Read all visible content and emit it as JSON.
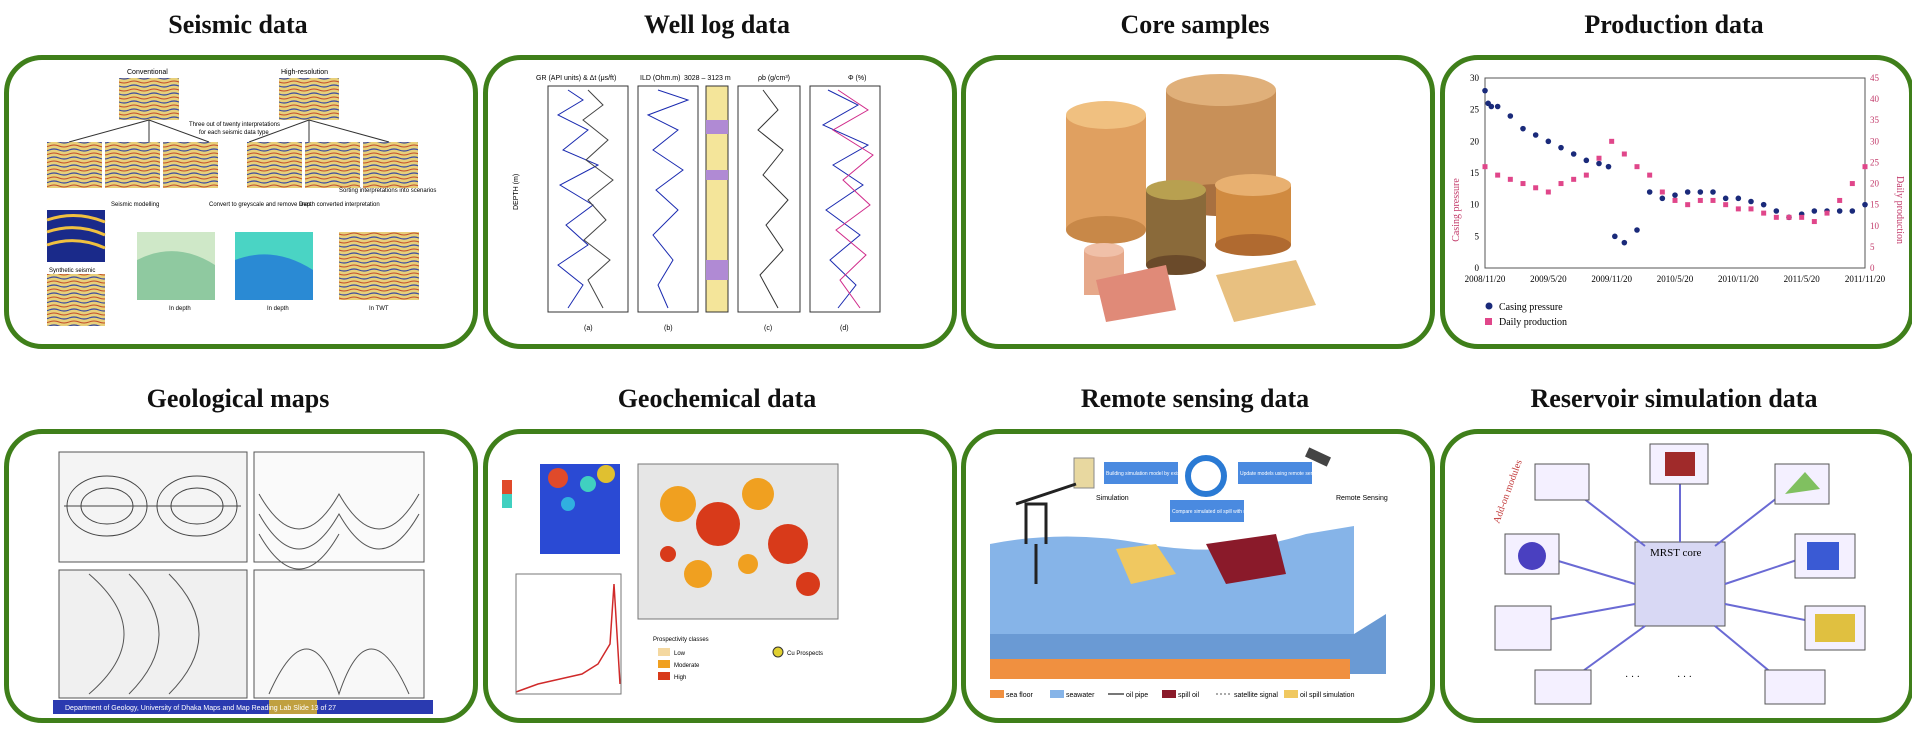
{
  "panels": [
    {
      "title": "Seismic data",
      "labels": {
        "conventional": "Conventional",
        "highres": "High-resolution",
        "three_of": "Three out of twenty interpretations",
        "for_each": "for each seismic data type",
        "seismic_modelling": "Seismic modelling",
        "convert": "Convert to greyscale and remove lines",
        "depth_converted": "Depth converted interpretation",
        "sorting": "Sorting interpretations into scenarios",
        "synthetic": "Synthetic seismic",
        "in_depth": "In depth",
        "in_twt": "In TWT"
      }
    },
    {
      "title": "Well log data",
      "labels": {
        "gr": "GR (API units) & Δt (μs/ft)",
        "ild": "ILD (Ohm.m)",
        "range": "3028 – 3123 m",
        "rho": "ρb (g/cm³)",
        "phi": "Φ (%)",
        "depth": "DEPTH (m)",
        "a": "(a)",
        "b": "(b)",
        "c": "(c)",
        "d": "(d)"
      }
    },
    {
      "title": "Core samples"
    },
    {
      "title": "Production data",
      "legend": {
        "casing": "Casing pressure",
        "daily": "Daily production"
      },
      "ylabel_left": "Casing pressure",
      "ylabel_right": "Daily production"
    },
    {
      "title": "Geological maps",
      "labels": {
        "footer": "Department of Geology, University of Dhaka      Maps and Map Reading Lab      Slide 13 of 27"
      }
    },
    {
      "title": "Geochemical data",
      "labels": {
        "prosp": "Prospectivity classes",
        "low": "Low",
        "mod": "Moderate",
        "high": "High",
        "cu": "Cu Prospects"
      }
    },
    {
      "title": "Remote sensing data",
      "labels": {
        "simulation": "Simulation",
        "remote": "Remote Sensing",
        "box1": "Building simulation model by existing studies",
        "box2": "Update models using remote sensing data",
        "box3": "Compare simulated oil spill with remote sensing data",
        "leg_seafloor": "sea floor",
        "leg_seawater": "seawater",
        "leg_pipe": "oil pipe",
        "leg_spill": "spill oil",
        "leg_signal": "satellite signal",
        "leg_sim": "oil spill simulation"
      }
    },
    {
      "title": "Reservoir simulation data",
      "labels": {
        "core": "MRST core",
        "addon": "Add-on modules",
        "dots": "· · ·"
      }
    }
  ],
  "chart_data": {
    "type": "scatter",
    "x_ticks": [
      "2008/11/20",
      "2009/5/20",
      "2009/11/20",
      "2010/5/20",
      "2010/11/20",
      "2011/5/20",
      "2011/11/20"
    ],
    "ylim_left": [
      0,
      30
    ],
    "ylim_right": [
      0,
      45
    ],
    "yticks_left": [
      0,
      5,
      10,
      15,
      20,
      25,
      30
    ],
    "yticks_right": [
      0,
      5,
      10,
      15,
      20,
      25,
      30,
      35,
      40,
      45
    ],
    "series": [
      {
        "name": "Casing pressure",
        "color": "#1a2a7a",
        "marker": "circle",
        "axis": "left",
        "points": [
          [
            0,
            28
          ],
          [
            0.05,
            26
          ],
          [
            0.1,
            25.5
          ],
          [
            0.2,
            25.5
          ],
          [
            0.4,
            24
          ],
          [
            0.6,
            22
          ],
          [
            0.8,
            21
          ],
          [
            1.0,
            20
          ],
          [
            1.2,
            19
          ],
          [
            1.4,
            18
          ],
          [
            1.6,
            17
          ],
          [
            1.8,
            16.5
          ],
          [
            1.95,
            16
          ],
          [
            2.05,
            5
          ],
          [
            2.2,
            4
          ],
          [
            2.4,
            6
          ],
          [
            2.6,
            12
          ],
          [
            2.8,
            11
          ],
          [
            3.0,
            11.5
          ],
          [
            3.2,
            12
          ],
          [
            3.4,
            12
          ],
          [
            3.6,
            12
          ],
          [
            3.8,
            11
          ],
          [
            4.0,
            11
          ],
          [
            4.2,
            10.5
          ],
          [
            4.4,
            10
          ],
          [
            4.6,
            9
          ],
          [
            4.8,
            8
          ],
          [
            5.0,
            8.5
          ],
          [
            5.2,
            9
          ],
          [
            5.4,
            9
          ],
          [
            5.6,
            9
          ],
          [
            5.8,
            9
          ],
          [
            6.0,
            10
          ]
        ]
      },
      {
        "name": "Daily production",
        "color": "#e0468a",
        "marker": "square",
        "axis": "right",
        "points": [
          [
            0,
            24
          ],
          [
            0.2,
            22
          ],
          [
            0.4,
            21
          ],
          [
            0.6,
            20
          ],
          [
            0.8,
            19
          ],
          [
            1.0,
            18
          ],
          [
            1.2,
            20
          ],
          [
            1.4,
            21
          ],
          [
            1.6,
            22
          ],
          [
            1.8,
            26
          ],
          [
            2.0,
            30
          ],
          [
            2.2,
            27
          ],
          [
            2.4,
            24
          ],
          [
            2.6,
            22
          ],
          [
            2.8,
            18
          ],
          [
            3.0,
            16
          ],
          [
            3.2,
            15
          ],
          [
            3.4,
            16
          ],
          [
            3.6,
            16
          ],
          [
            3.8,
            15
          ],
          [
            4.0,
            14
          ],
          [
            4.2,
            14
          ],
          [
            4.4,
            13
          ],
          [
            4.6,
            12
          ],
          [
            4.8,
            12
          ],
          [
            5.0,
            12
          ],
          [
            5.2,
            11
          ],
          [
            5.4,
            13
          ],
          [
            5.6,
            16
          ],
          [
            5.8,
            20
          ],
          [
            6.0,
            24
          ]
        ]
      }
    ]
  },
  "colors": {
    "frame": "#3f7f1a",
    "title": "#111111"
  }
}
